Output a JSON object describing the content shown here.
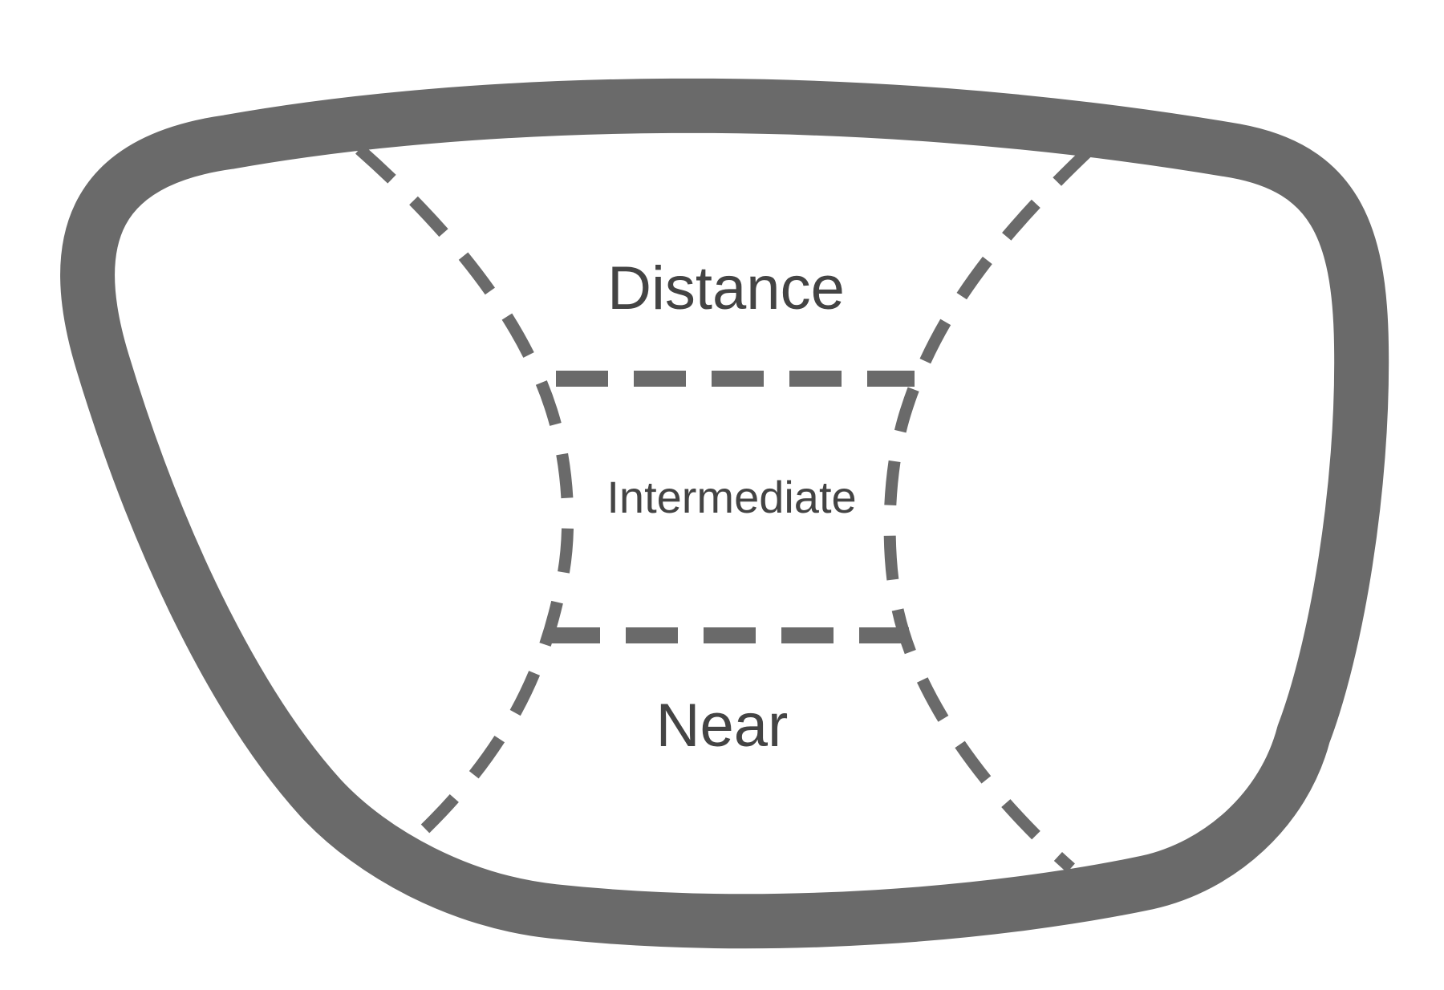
{
  "diagram": {
    "labels": {
      "distance": "Distance",
      "intermediate": "Intermediate",
      "near": "Near"
    },
    "colors": {
      "frame": "#6a6a6a",
      "dashes": "#6a6a6a",
      "text": "#444444",
      "background": "#ffffff"
    }
  }
}
